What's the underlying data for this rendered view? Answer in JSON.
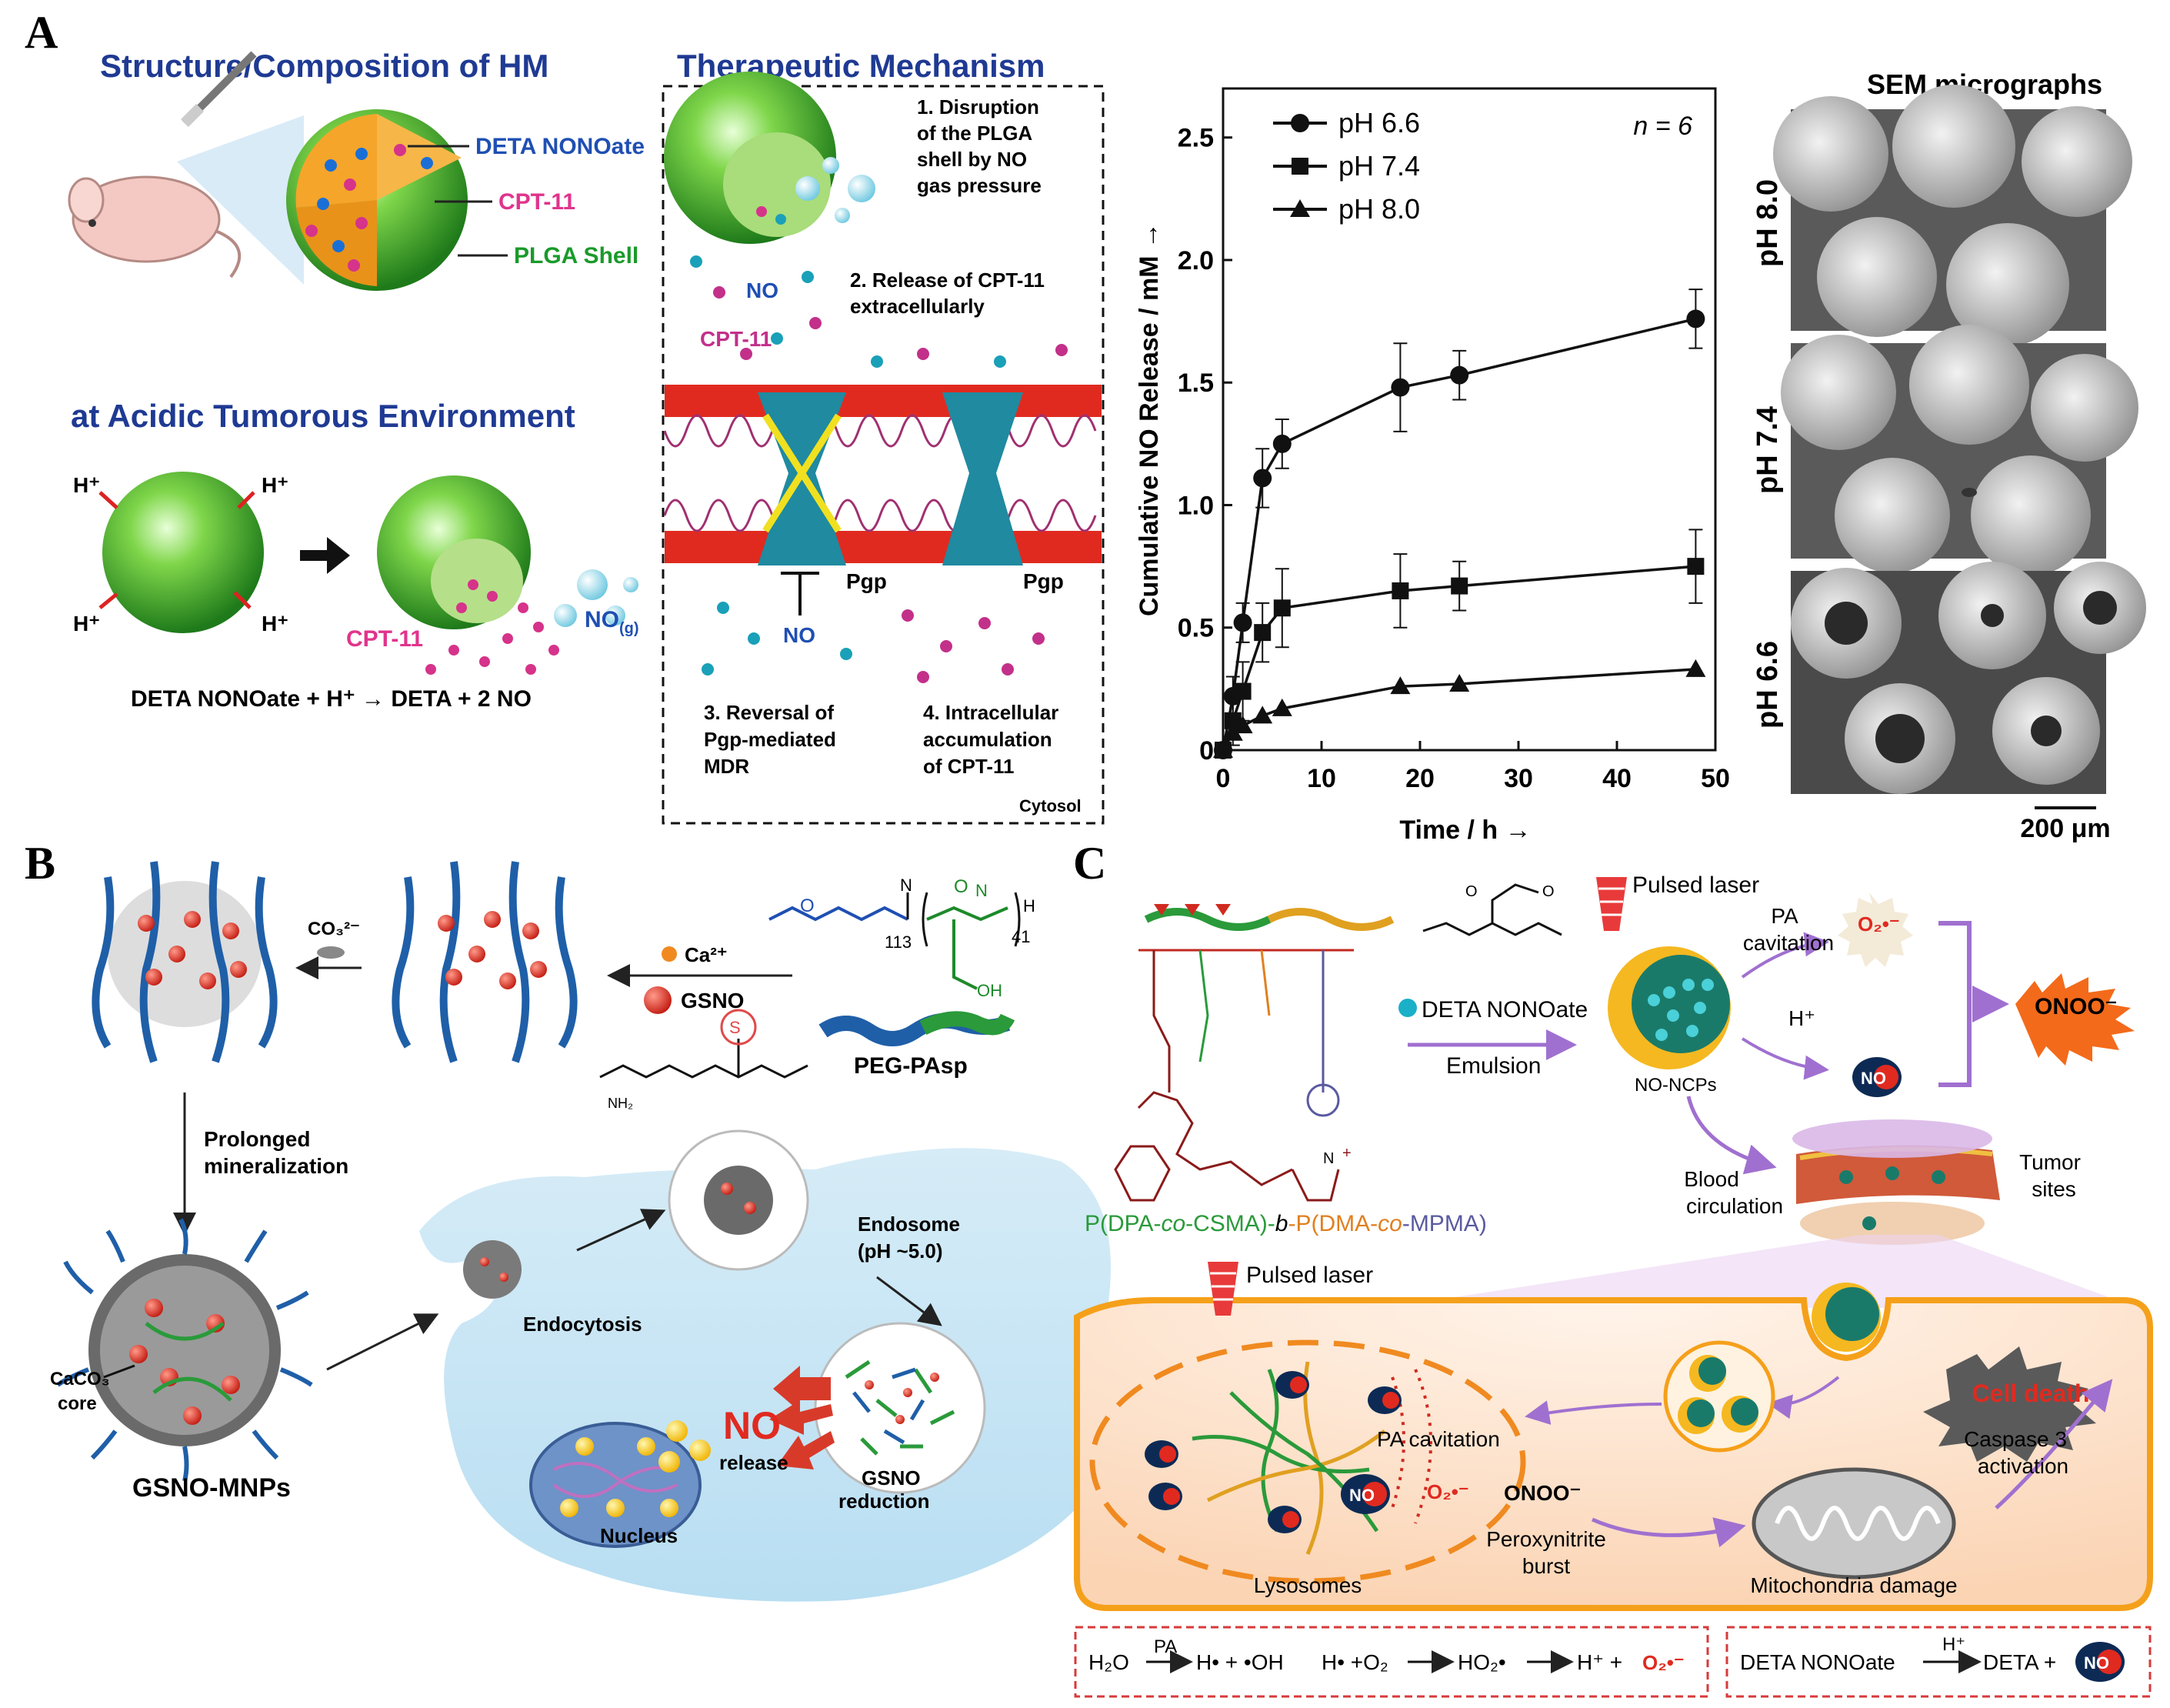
{
  "panels": {
    "A": {
      "letter": "A",
      "structure_title": "Structure/Composition of HM",
      "labels": {
        "deta": "DETA NONOate",
        "cpt": "CPT-11",
        "plga": "PLGA Shell"
      },
      "acidic_title": "at Acidic Tumorous Environment",
      "h_plus": "H⁺",
      "acidic_cpt": "CPT-11",
      "acidic_no": "NO",
      "acidic_no_sub": "(g)",
      "equation": "DETA NONOate + H⁺ → DETA + 2 NO",
      "mechanism_title": "Therapeutic Mechanism",
      "steps": [
        [
          "1.  Disruption",
          "of the PLGA",
          "shell by NO",
          "gas pressure"
        ],
        [
          "2.  Release of CPT-11",
          "extracellularly"
        ],
        [
          "3.  Reversal of",
          "Pgp-mediated",
          "MDR"
        ],
        [
          "4.  Intracellular",
          "accumulation",
          "of CPT-11"
        ]
      ],
      "mech_no": "NO",
      "mech_cpt": "CPT-11",
      "pgp": "Pgp",
      "mech_no2": "NO",
      "cytosol": "Cytosol",
      "sem_title": "SEM micrographs",
      "sem_labels": [
        "pH 8.0",
        "pH 7.4",
        "pH 6.6"
      ],
      "scale_bar": "200 μm"
    },
    "B": {
      "letter": "B",
      "carbonate": "CO₃²⁻",
      "ca": "Ca²⁺",
      "gsno": "GSNO",
      "peg_pasp": "PEG-PAsp",
      "n113": "113",
      "n41": "41",
      "prolonged": [
        "Prolonged",
        "mineralization"
      ],
      "caco3": [
        "CaCO₃",
        "core"
      ],
      "gsno_mnps": "GSNO-MNPs",
      "endocytosis": "Endocytosis",
      "endosome": [
        "Endosome",
        "(pH ~5.0)"
      ],
      "no": "NO",
      "release": "release",
      "gsno_reduction": [
        "GSNO",
        "reduction"
      ],
      "nucleus": "Nucleus"
    },
    "C": {
      "letter": "C",
      "polymer_parts": [
        "P(DPA-",
        "co",
        "-CSMA)-",
        "b",
        "-P(DMA-",
        "co",
        "-MPMA)"
      ],
      "deta": "DETA NONOate",
      "emulsion": "Emulsion",
      "pulsed_laser": "Pulsed laser",
      "pa_cavitation": [
        "PA",
        "cavitation"
      ],
      "superoxide": "O₂•⁻",
      "h_plus": "H⁺",
      "no": "NO",
      "onoo": "ONOO⁻",
      "no_ncps": "NO-NCPs",
      "blood": [
        "Blood",
        "circulation"
      ],
      "tumor": [
        "Tumor",
        "sites"
      ],
      "pulsed_laser2": "Pulsed laser",
      "cell_death": "Cell death",
      "caspase": [
        "Caspase 3",
        "activation"
      ],
      "pa_cav2": "PA cavitation",
      "onoo2": "ONOO⁻",
      "peroxynitrite": [
        "Peroxynitrite",
        "burst"
      ],
      "lysosomes": "Lysosomes",
      "mito": "Mitochondria damage",
      "eq1": [
        "H₂O",
        "PA",
        "H• + •OH",
        "H• +O₂",
        "HO₂•",
        "H⁺ +"
      ],
      "eq2": [
        "DETA NONOate",
        "H⁺",
        "DETA +"
      ]
    }
  },
  "chart_data": {
    "type": "line",
    "x": [
      0,
      1,
      2,
      4,
      6,
      18,
      24,
      48
    ],
    "series": [
      {
        "name": "pH 6.6",
        "marker": "circle",
        "values": [
          0,
          0.22,
          0.52,
          1.11,
          1.25,
          1.48,
          1.53,
          1.76
        ],
        "errors": [
          0.02,
          0.08,
          0.08,
          0.12,
          0.1,
          0.18,
          0.1,
          0.12
        ]
      },
      {
        "name": "pH 7.4",
        "marker": "square",
        "values": [
          0,
          0.12,
          0.24,
          0.48,
          0.58,
          0.65,
          0.67,
          0.75
        ],
        "errors": [
          0.02,
          0.1,
          0.12,
          0.12,
          0.16,
          0.15,
          0.1,
          0.15
        ]
      },
      {
        "name": "pH 8.0",
        "marker": "triangle",
        "values": [
          0,
          0.07,
          0.1,
          0.14,
          0.17,
          0.26,
          0.27,
          0.33
        ],
        "errors": [
          0,
          0,
          0,
          0,
          0,
          0,
          0,
          0
        ]
      }
    ],
    "xlabel": "Time / h  →",
    "ylabel": "Cumulative NO Release / mM  →",
    "annotation": "n = 6",
    "xlim": [
      0,
      50
    ],
    "ylim": [
      0,
      2.7
    ],
    "xticks": [
      0,
      10,
      20,
      30,
      40,
      50
    ],
    "yticks": [
      0,
      0.5,
      1.0,
      1.5,
      2.0,
      2.5
    ],
    "legend": "top-left",
    "grid": false
  }
}
